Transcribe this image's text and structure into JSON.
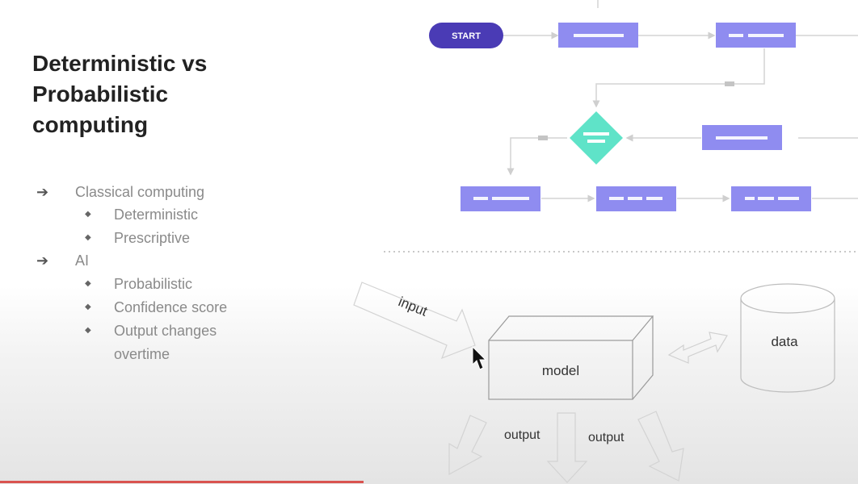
{
  "slide": {
    "title_line1": "Deterministic vs",
    "title_line2": "Probabilistic",
    "title_line3": "computing"
  },
  "bullets": [
    {
      "level": 1,
      "text": "Classical computing"
    },
    {
      "level": 2,
      "text": "Deterministic"
    },
    {
      "level": 2,
      "text": "Prescriptive"
    },
    {
      "level": 1,
      "text": "AI"
    },
    {
      "level": 2,
      "text": "Probabilistic"
    },
    {
      "level": 2,
      "text": "Confidence score"
    },
    {
      "level": 2,
      "text": "Output changes"
    },
    {
      "level": 2,
      "text": "overtime"
    }
  ],
  "flowchart": {
    "start_label": "START"
  },
  "model_diagram": {
    "input_label": "input",
    "model_label": "model",
    "data_label": "data",
    "output_left_label": "output",
    "output_right_label": "output"
  },
  "colors": {
    "start": "#4a3bb5",
    "process_box": "#8f8cf0",
    "decision": "#5fe3c8",
    "connector": "#cfcfcf",
    "sketch": "#8a8a8a",
    "progress": "#d9534f"
  },
  "icons": [
    "arrow-right-icon",
    "bullet-dot-icon",
    "mouse-cursor-icon"
  ]
}
